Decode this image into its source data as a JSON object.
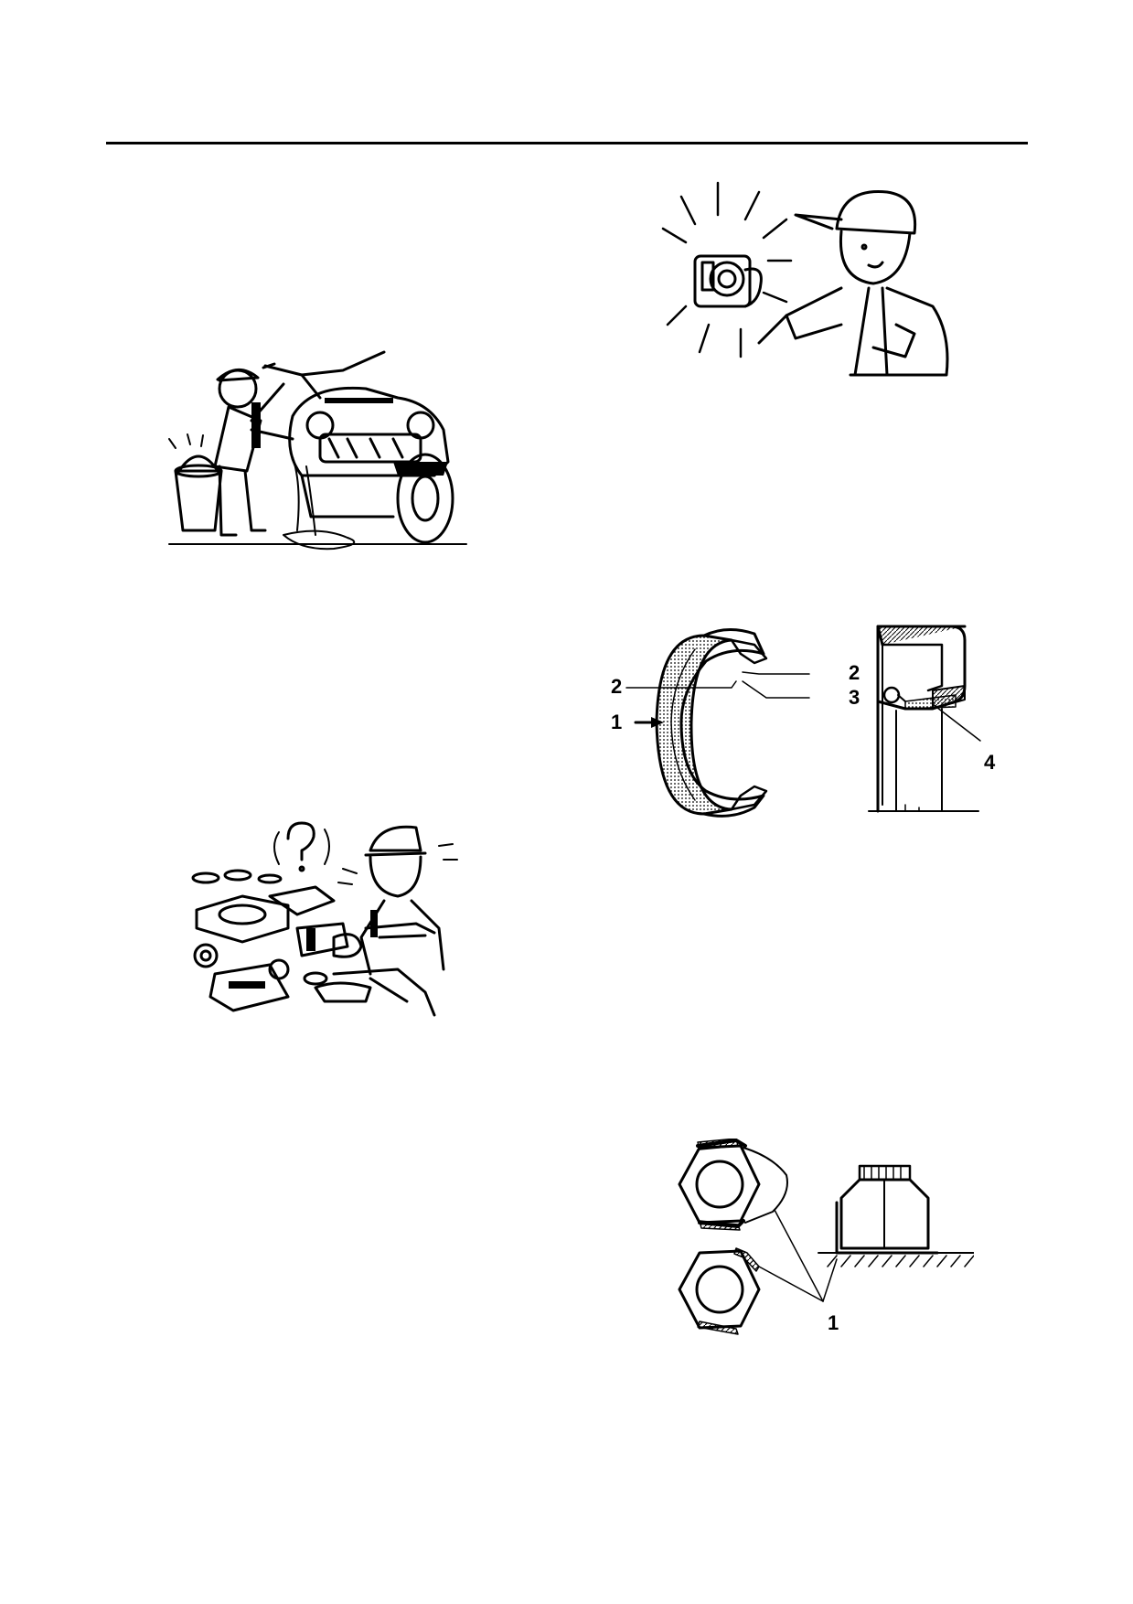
{
  "figures": {
    "oil_seal": {
      "callouts": [
        "1",
        "2",
        "2",
        "3",
        "4"
      ]
    },
    "lock_washer": {
      "callouts": [
        "1"
      ]
    }
  }
}
